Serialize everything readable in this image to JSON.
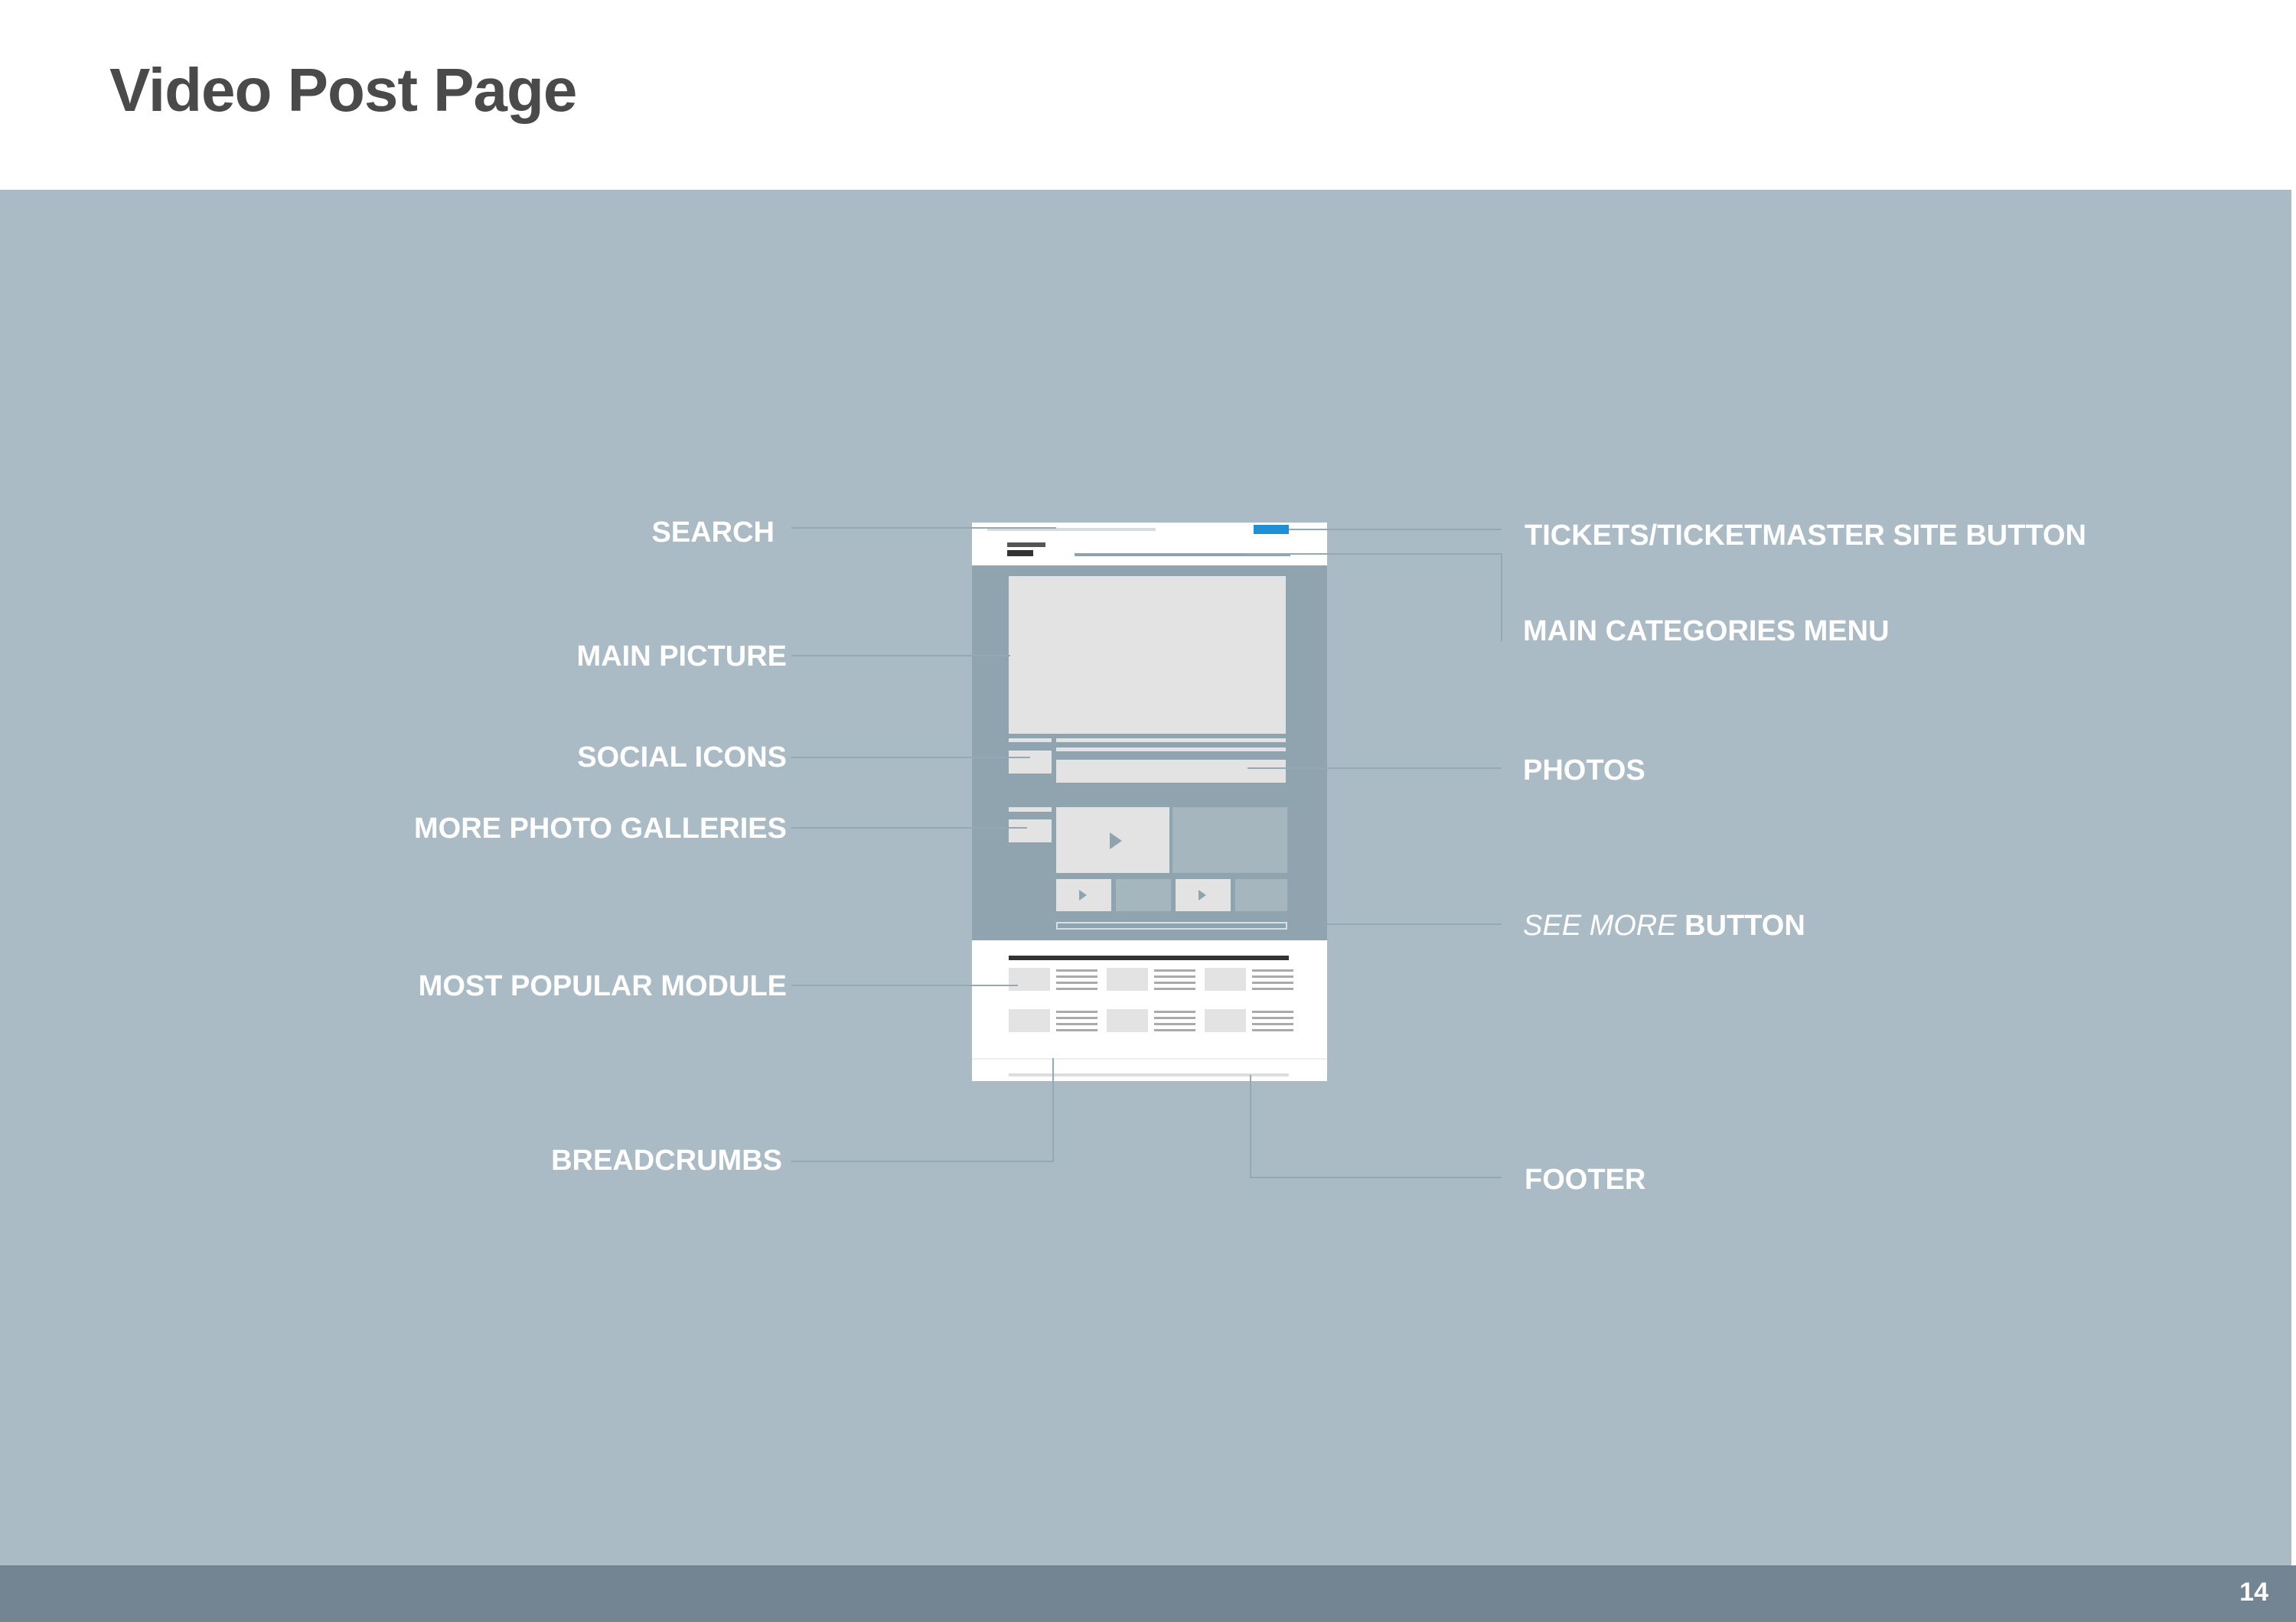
{
  "title": "Video Post Page",
  "page_number": "14",
  "labels": {
    "search": "SEARCH",
    "main_picture": "MAIN PICTURE",
    "social_icons": "SOCIAL ICONS",
    "more_photo_galleries": "MORE PHOTO GALLERIES",
    "most_popular_module": "MOST POPULAR MODULE",
    "breadcrumbs": "BREADCRUMBS",
    "tickets_button": "TICKETS/TICKETMASTER SITE BUTTON",
    "main_categories_menu": "MAIN CATEGORIES MENU",
    "photos": "PHOTOS",
    "see_more_italic": "SEE MORE",
    "see_more_button": "BUTTON",
    "footer": "FOOTER"
  },
  "colors": {
    "panel": "#aabbc5",
    "bottom_bar": "#738592",
    "mock_body": "#90a4af",
    "mock_block": "#e3e3e3",
    "accent": "#1e90d6"
  }
}
